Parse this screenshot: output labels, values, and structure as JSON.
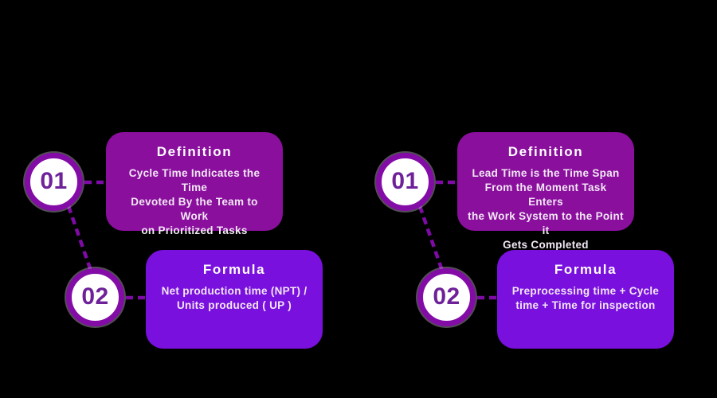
{
  "canvas": {
    "background": "#000000"
  },
  "palette": {
    "definition_card": "#8A0F9D",
    "formula_card": "#7A10DE",
    "circle_ring": "#830CA6",
    "circle_fill": "#FFFFFF",
    "step_number_color": "#6E2199",
    "connector_line": "#7E0BA5",
    "title_color": "#FFFFFF",
    "body_color": "#F2E7F5"
  },
  "columns": [
    {
      "name": "cycle-time",
      "definition": {
        "step": "01",
        "title": "Definition",
        "body": "Cycle Time Indicates the Time\nDevoted By the Team to Work\non Prioritized Tasks"
      },
      "formula": {
        "step": "02",
        "title": "Formula",
        "body": "Net production time (NPT) /\nUnits produced ( UP )"
      }
    },
    {
      "name": "lead-time",
      "definition": {
        "step": "01",
        "title": "Definition",
        "body": "Lead Time is the Time Span\nFrom the Moment Task Enters\nthe Work System to the Point it\nGets Completed"
      },
      "formula": {
        "step": "02",
        "title": "Formula",
        "body": "Preprocessing time + Cycle\ntime + Time for inspection"
      }
    }
  ]
}
